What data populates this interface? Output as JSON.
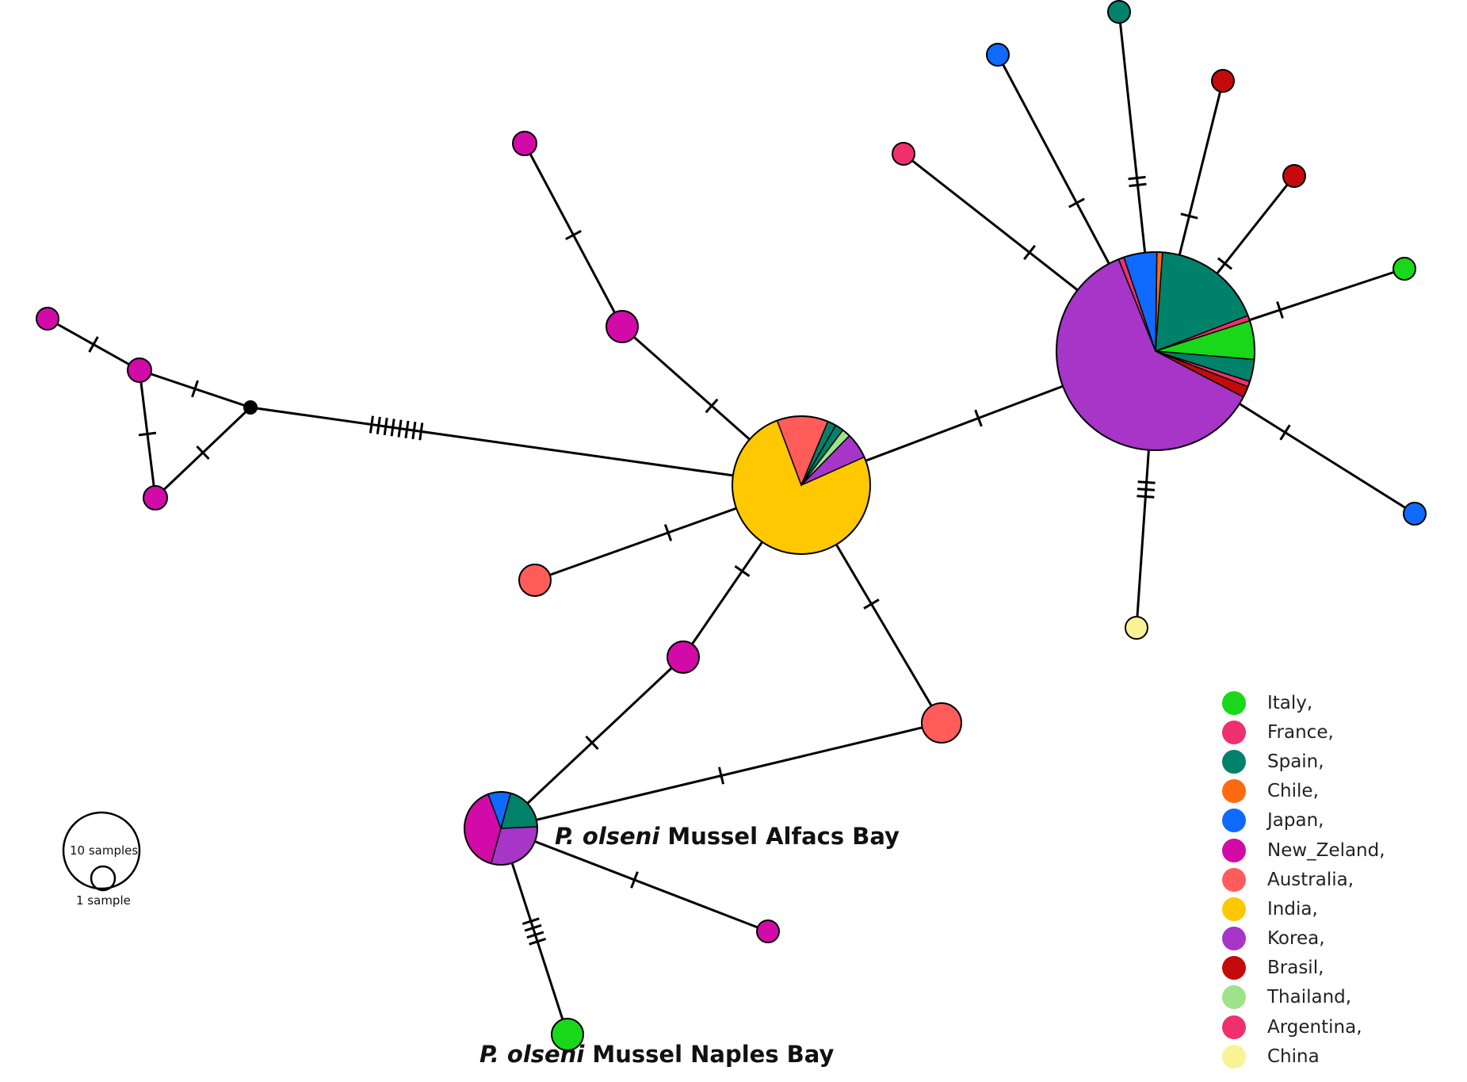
{
  "colors": {
    "Italy": "#19d719",
    "France": "#f0306e",
    "Spain": "#00826a",
    "Chile": "#ff6a10",
    "Japan": "#0f6aff",
    "New_Zeland": "#d10aa8",
    "Australia": "#ff5c5a",
    "India": "#ffc800",
    "Korea": "#a635c8",
    "Brasil": "#c40a0a",
    "Thailand": "#9ee38a",
    "Argentina": "#f0306e",
    "China": "#f8f495"
  },
  "legend": [
    {
      "key": "Italy",
      "label": "Italy,"
    },
    {
      "key": "France",
      "label": "France,"
    },
    {
      "key": "Spain",
      "label": "Spain,"
    },
    {
      "key": "Chile",
      "label": "Chile,"
    },
    {
      "key": "Japan",
      "label": "Japan,"
    },
    {
      "key": "New_Zeland",
      "label": "New_Zeland,"
    },
    {
      "key": "Australia",
      "label": "Australia,"
    },
    {
      "key": "India",
      "label": "India,"
    },
    {
      "key": "Korea",
      "label": "Korea,"
    },
    {
      "key": "Brasil",
      "label": "Brasil,"
    },
    {
      "key": "Thailand",
      "label": "Thailand,"
    },
    {
      "key": "Argentina",
      "label": "Argentina,"
    },
    {
      "key": "China",
      "label": "China"
    }
  ],
  "labels": {
    "alfacs": {
      "species": "P. olseni",
      "rest": " Mussel Alfacs Bay"
    },
    "naples": {
      "species": "P. olseni",
      "rest": " Mussel Naples Bay"
    }
  },
  "scale": {
    "big": "10 samples",
    "small": "1 sample"
  },
  "network": {
    "nodes": [
      {
        "id": "A",
        "samples": 25,
        "composition": [
          [
            "India",
            19
          ],
          [
            "Australia",
            3
          ],
          [
            "Spain",
            0.5
          ],
          [
            "Spain",
            0.5
          ],
          [
            "Thailand",
            0.5
          ],
          [
            "Korea",
            1.5
          ]
        ]
      },
      {
        "id": "B",
        "samples": 55,
        "composition": [
          [
            "Spain",
            10
          ],
          [
            "France",
            0.5
          ],
          [
            "Italy",
            3.5
          ],
          [
            "Spain",
            2
          ],
          [
            "France",
            0.5
          ],
          [
            "Brasil",
            1
          ],
          [
            "Korea",
            34
          ],
          [
            "Argentina",
            0.5
          ],
          [
            "Japan",
            3
          ],
          [
            "Chile",
            0.5
          ]
        ]
      },
      {
        "id": "C",
        "samples": 5,
        "composition": [
          [
            "Spain",
            1
          ],
          [
            "Korea",
            1.5
          ],
          [
            "New_Zeland",
            2
          ],
          [
            "Japan",
            0.5
          ]
        ]
      },
      {
        "id": "D",
        "samples": 1,
        "composition": [
          [
            "New_Zeland",
            1
          ]
        ]
      },
      {
        "id": "E",
        "samples": 1,
        "composition": [
          [
            "New_Zeland",
            1
          ]
        ]
      },
      {
        "id": "F",
        "samples": 1,
        "composition": [
          [
            "New_Zeland",
            1
          ]
        ]
      },
      {
        "id": "G",
        "samples": 1,
        "composition": [
          [
            "New_Zeland",
            1
          ]
        ]
      },
      {
        "id": "H",
        "samples": 1,
        "composition": [
          [
            "New_Zeland",
            1
          ]
        ]
      },
      {
        "id": "I",
        "samples": 1,
        "composition": [
          [
            "New_Zeland",
            1
          ]
        ]
      },
      {
        "id": "J",
        "samples": 1,
        "composition": [
          [
            "New_Zeland",
            1
          ]
        ]
      },
      {
        "id": "K",
        "samples": 1,
        "composition": [
          [
            "Australia",
            1
          ]
        ]
      },
      {
        "id": "L",
        "samples": 2,
        "composition": [
          [
            "Australia",
            2
          ]
        ]
      },
      {
        "id": "M",
        "samples": 1,
        "composition": [
          [
            "Italy",
            1
          ]
        ]
      },
      {
        "id": "N",
        "samples": 1,
        "composition": [
          [
            "New_Zeland",
            1
          ]
        ]
      },
      {
        "id": "O",
        "samples": 1,
        "composition": [
          [
            "France",
            1
          ]
        ]
      },
      {
        "id": "P",
        "samples": 1,
        "composition": [
          [
            "Japan",
            1
          ]
        ]
      },
      {
        "id": "Q",
        "samples": 1,
        "composition": [
          [
            "Spain",
            1
          ]
        ]
      },
      {
        "id": "R",
        "samples": 1,
        "composition": [
          [
            "Brasil",
            1
          ]
        ]
      },
      {
        "id": "S",
        "samples": 1,
        "composition": [
          [
            "Brasil",
            1
          ]
        ]
      },
      {
        "id": "T",
        "samples": 1,
        "composition": [
          [
            "Italy",
            1
          ]
        ]
      },
      {
        "id": "U",
        "samples": 1,
        "composition": [
          [
            "Japan",
            1
          ]
        ]
      },
      {
        "id": "V",
        "samples": 1,
        "composition": [
          [
            "China",
            1
          ]
        ]
      },
      {
        "id": "W",
        "samples": 2,
        "composition": [
          [
            "New_Zeland",
            2
          ]
        ]
      },
      {
        "id": "X",
        "samples": 0,
        "composition": []
      }
    ],
    "edges": [
      {
        "from": "X",
        "to": "A",
        "mutations": 8
      },
      {
        "from": "X",
        "to": "F",
        "mutations": 1
      },
      {
        "from": "X",
        "to": "G",
        "mutations": 1
      },
      {
        "from": "F",
        "to": "E",
        "mutations": 1
      },
      {
        "from": "F",
        "to": "G",
        "mutations": 1
      },
      {
        "from": "A",
        "to": "W",
        "mutations": 1
      },
      {
        "from": "W",
        "to": "H",
        "mutations": 1
      },
      {
        "from": "A",
        "to": "K",
        "mutations": 1
      },
      {
        "from": "A",
        "to": "J",
        "mutations": 1
      },
      {
        "from": "J",
        "to": "C",
        "mutations": 1
      },
      {
        "from": "A",
        "to": "L",
        "mutations": 1
      },
      {
        "from": "L",
        "to": "C",
        "mutations": 1
      },
      {
        "from": "A",
        "to": "B",
        "mutations": 1
      },
      {
        "from": "C",
        "to": "N",
        "mutations": 1
      },
      {
        "from": "C",
        "to": "M",
        "mutations": 4
      },
      {
        "from": "B",
        "to": "O",
        "mutations": 1
      },
      {
        "from": "B",
        "to": "P",
        "mutations": 1
      },
      {
        "from": "B",
        "to": "Q",
        "mutations": 2
      },
      {
        "from": "B",
        "to": "R",
        "mutations": 1
      },
      {
        "from": "B",
        "to": "S",
        "mutations": 1
      },
      {
        "from": "B",
        "to": "T",
        "mutations": 1
      },
      {
        "from": "B",
        "to": "U",
        "mutations": 1
      },
      {
        "from": "B",
        "to": "V",
        "mutations": 3
      }
    ]
  }
}
